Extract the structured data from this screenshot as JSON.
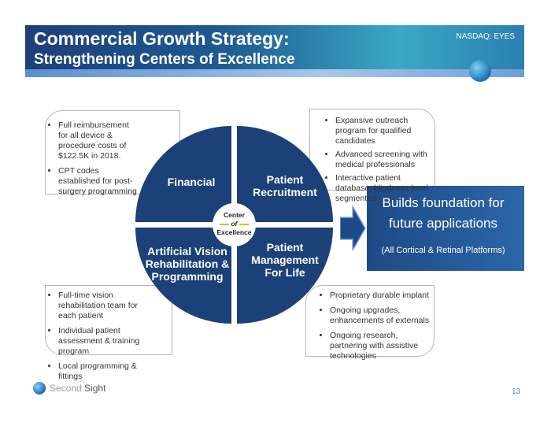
{
  "header": {
    "title_line1": "Commercial Growth Strategy:",
    "title_line2": "Strengthening Centers of Excellence",
    "ticker": "NASDAQ: EYES"
  },
  "boxes": {
    "financial": [
      "Full reimbursement for all device & procedure costs of $122.5K in 2018.",
      "CPT codes established for post-surgery programming"
    ],
    "recruitment": [
      "Expansive outreach program for qualified candidates",
      "Advanced screening with medical professionals",
      "Interactive patient database, blindness level segmented"
    ],
    "rehab": [
      "Full-time vision rehabilitation team for each patient",
      "Individual patient assessment & training program",
      "Local programming & fittings"
    ],
    "management": [
      "Proprietary durable implant",
      "Ongoing upgrades, enhancements of externals",
      "Ongoing research, partnering with assistive technologies"
    ]
  },
  "quadrants": {
    "financial": "Financial",
    "recruitment": "Patient Recruitment",
    "rehab": "Artificial Vision Rehabilitation & Programming",
    "management": "Patient Management For Life"
  },
  "center": {
    "line1": "Center",
    "line2": "of",
    "line3": "Excellence"
  },
  "result": {
    "line1": "Builds foundation for",
    "line2": "future applications",
    "sub": "(All Cortical & Retinal Platforms)"
  },
  "footer": {
    "logo_text_1": "Second",
    "logo_text_2": "Sight",
    "page": "13"
  },
  "colors": {
    "navy": "#1b4178",
    "accent": "#f0b400"
  }
}
